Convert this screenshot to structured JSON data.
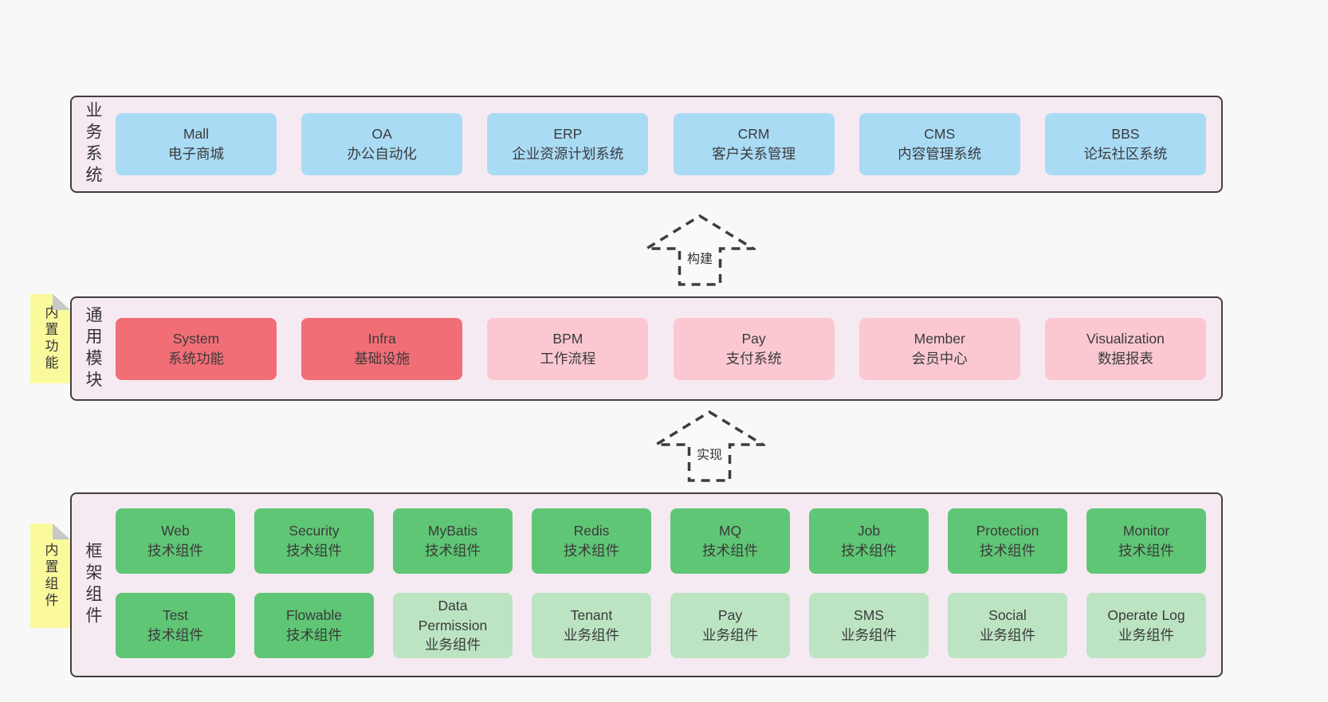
{
  "colors": {
    "blue": "#a9dbf5",
    "red": "#f26e76",
    "pink": "#fbc8d2",
    "green": "#5fc675",
    "lightGreen": "#bce4c2",
    "bandBackground": "#f6eaf2",
    "bandBorder": "#404040",
    "stickyYellow": "#fafa9d",
    "foldGray": "#c8c8c8",
    "pageBackground": "#f8f8f8"
  },
  "bands": {
    "business": {
      "label": "业务系统",
      "boxes": [
        {
          "title": "Mall",
          "subtitle": "电子商城",
          "variant": "blue"
        },
        {
          "title": "OA",
          "subtitle": "办公自动化",
          "variant": "blue"
        },
        {
          "title": "ERP",
          "subtitle": "企业资源计划系统",
          "variant": "blue"
        },
        {
          "title": "CRM",
          "subtitle": "客户关系管理",
          "variant": "blue"
        },
        {
          "title": "CMS",
          "subtitle": "内容管理系统",
          "variant": "blue"
        },
        {
          "title": "BBS",
          "subtitle": "论坛社区系统",
          "variant": "blue"
        }
      ]
    },
    "modules": {
      "label": "通用模块",
      "sticky": "内置功能",
      "boxes": [
        {
          "title": "System",
          "subtitle": "系统功能",
          "variant": "red"
        },
        {
          "title": "Infra",
          "subtitle": "基础设施",
          "variant": "red"
        },
        {
          "title": "BPM",
          "subtitle": "工作流程",
          "variant": "pink"
        },
        {
          "title": "Pay",
          "subtitle": "支付系统",
          "variant": "pink"
        },
        {
          "title": "Member",
          "subtitle": "会员中心",
          "variant": "pink"
        },
        {
          "title": "Visualization",
          "subtitle": "数据报表",
          "variant": "pink"
        }
      ]
    },
    "components": {
      "label": "框架组件",
      "sticky": "内置组件",
      "rows": [
        [
          {
            "title": "Web",
            "subtitle": "技术组件",
            "variant": "green"
          },
          {
            "title": "Security",
            "subtitle": "技术组件",
            "variant": "green"
          },
          {
            "title": "MyBatis",
            "subtitle": "技术组件",
            "variant": "green"
          },
          {
            "title": "Redis",
            "subtitle": "技术组件",
            "variant": "green"
          },
          {
            "title": "MQ",
            "subtitle": "技术组件",
            "variant": "green"
          },
          {
            "title": "Job",
            "subtitle": "技术组件",
            "variant": "green"
          },
          {
            "title": "Protection",
            "subtitle": "技术组件",
            "variant": "green"
          },
          {
            "title": "Monitor",
            "subtitle": "技术组件",
            "variant": "green"
          }
        ],
        [
          {
            "title": "Test",
            "subtitle": "技术组件",
            "variant": "green"
          },
          {
            "title": "Flowable",
            "subtitle": "技术组件",
            "variant": "green"
          },
          {
            "title": "Data Permission",
            "subtitle": "业务组件",
            "variant": "lightGreen"
          },
          {
            "title": "Tenant",
            "subtitle": "业务组件",
            "variant": "lightGreen"
          },
          {
            "title": "Pay",
            "subtitle": "业务组件",
            "variant": "lightGreen"
          },
          {
            "title": "SMS",
            "subtitle": "业务组件",
            "variant": "lightGreen"
          },
          {
            "title": "Social",
            "subtitle": "业务组件",
            "variant": "lightGreen"
          },
          {
            "title": "Operate Log",
            "subtitle": "业务组件",
            "variant": "lightGreen"
          }
        ]
      ]
    }
  },
  "arrows": [
    {
      "label": "构建"
    },
    {
      "label": "实现"
    }
  ]
}
